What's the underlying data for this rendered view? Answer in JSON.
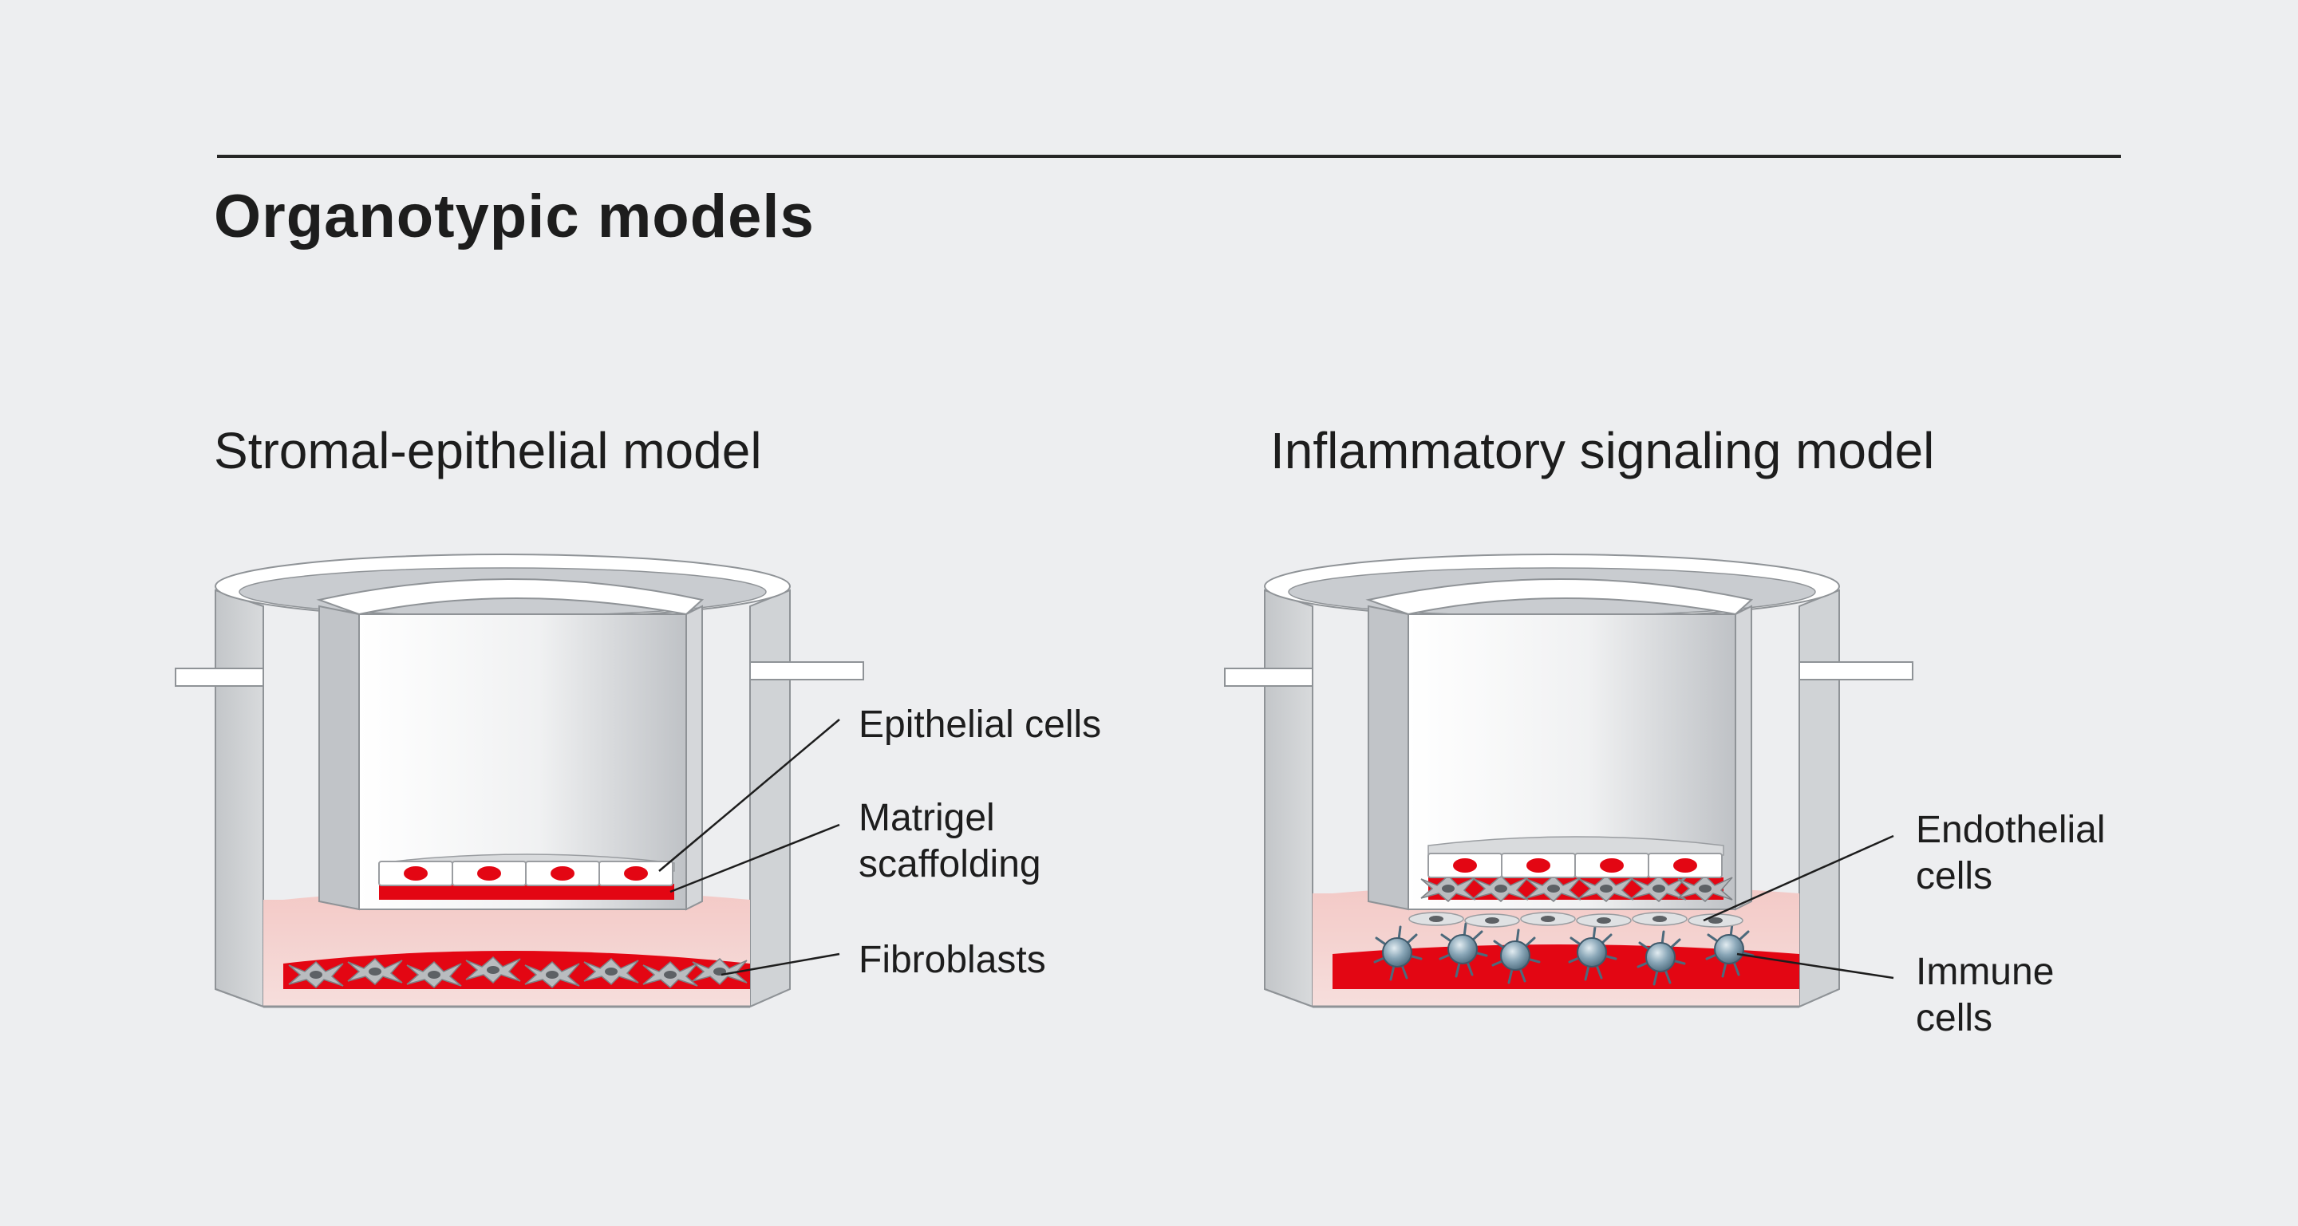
{
  "header": {
    "title": "Organotypic models"
  },
  "panels": [
    {
      "title": "Stromal-epithelial model",
      "labels": {
        "epithelial": "Epithelial cells",
        "matrigel_1": "Matrigel",
        "matrigel_2": "scaffolding",
        "fibroblasts": "Fibroblasts"
      }
    },
    {
      "title": "Inflammatory signaling model",
      "labels": {
        "endothelial_1": "Endothelial",
        "endothelial_2": "cells",
        "immune_1": "Immune",
        "immune_2": "cells"
      }
    }
  ],
  "colors": {
    "background": "#edeef0",
    "medium_red": "#e30613",
    "wall_grey": "#c6c9cc",
    "nucleus_red": "#e30613",
    "immune_blue": "#6f8fa3"
  }
}
